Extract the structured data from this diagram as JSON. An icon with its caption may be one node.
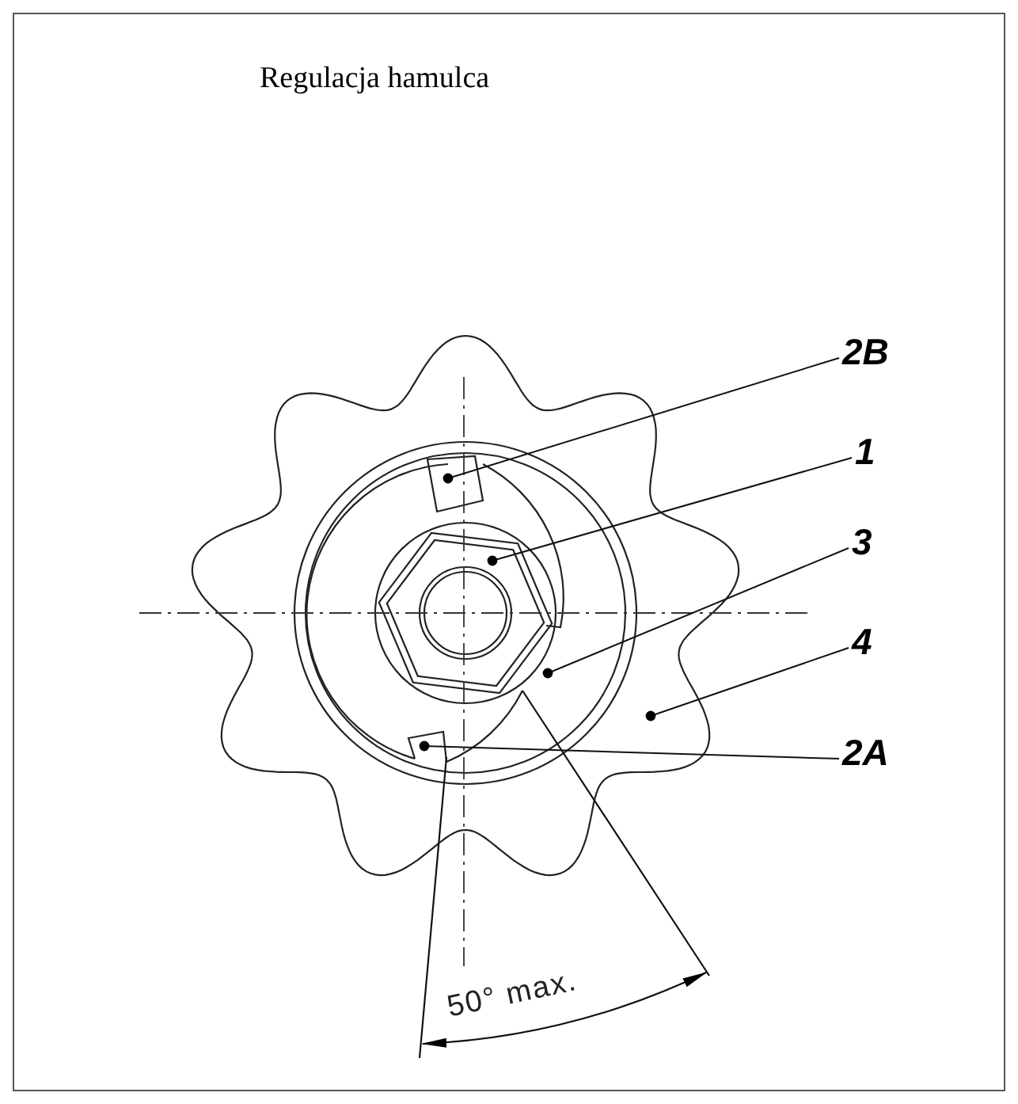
{
  "diagram": {
    "title": "Regulacja hamulca",
    "nodes": [
      {
        "text": [
          "2B"
        ]
      },
      {
        "text": [
          "1"
        ]
      },
      {
        "text": [
          "3"
        ]
      },
      {
        "text": [
          "4"
        ]
      },
      {
        "text": [
          "2A"
        ]
      }
    ],
    "edges": [
      {
        "from": 0,
        "to": null,
        "arrow": "other"
      },
      {
        "from": 1,
        "to": null,
        "arrow": "other"
      },
      {
        "from": 2,
        "to": null,
        "arrow": "other"
      },
      {
        "from": 3,
        "to": null,
        "arrow": "other"
      },
      {
        "from": 4,
        "to": null,
        "arrow": "other"
      }
    ],
    "labels": [
      "50° max."
    ]
  }
}
